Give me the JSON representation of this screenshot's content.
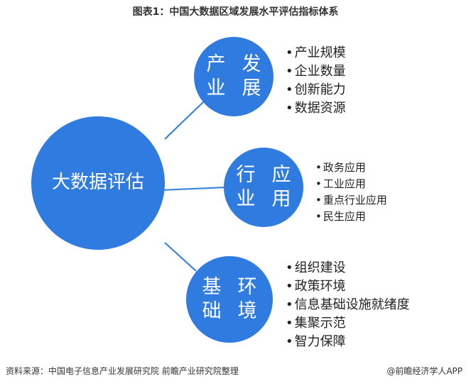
{
  "title": "图表1：中国大数据区域发展水平评估指标体系",
  "center": {
    "label": "大数据评估"
  },
  "branches": [
    {
      "label_lines": [
        "产业",
        "发展"
      ],
      "items": [
        "产业规模",
        "企业数量",
        "创新能力",
        "数据资源"
      ]
    },
    {
      "label_lines": [
        "行业",
        "应用"
      ],
      "items": [
        "政务应用",
        "工业应用",
        "重点行业应用",
        "民生应用"
      ]
    },
    {
      "label_lines": [
        "基础",
        "环境"
      ],
      "items": [
        "组织建设",
        "政策环境",
        "信息基础设施就绪度",
        "集聚示范",
        "智力保障"
      ]
    }
  ],
  "footer": {
    "source": "资料来源：中国电子信息产业发展研究院 前瞻产业研究院整理",
    "brand": "@前瞻经济学人APP"
  },
  "colors": {
    "circle": "#2F7BE0",
    "line": "#2F7BE0"
  }
}
